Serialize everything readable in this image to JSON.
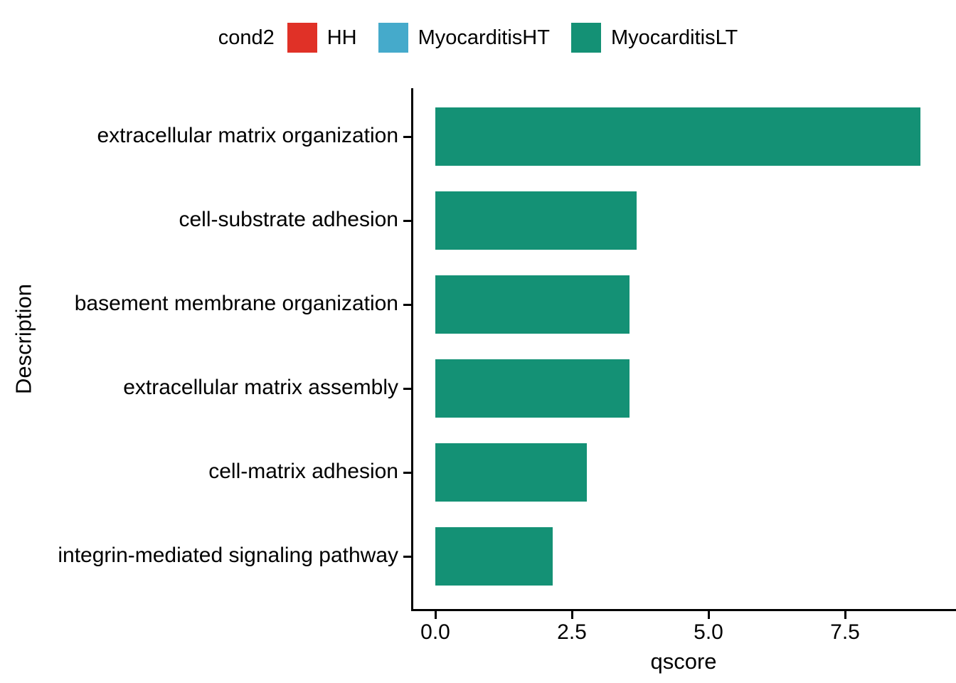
{
  "chart_data": {
    "type": "bar",
    "orientation": "horizontal",
    "title": "",
    "xlabel": "qscore",
    "ylabel": "Description",
    "categories": [
      "extracellular matrix organization",
      "cell-substrate adhesion",
      "basement membrane organization",
      "extracellular matrix assembly",
      "cell-matrix adhesion",
      "integrin-mediated signaling pathway"
    ],
    "values": [
      8.88,
      3.69,
      3.55,
      3.55,
      2.77,
      2.15
    ],
    "series": [
      {
        "name": "MyocarditisLT",
        "values": [
          8.88,
          3.69,
          3.55,
          3.55,
          2.77,
          2.15
        ],
        "color": "#149175"
      }
    ],
    "xlim": [
      0,
      9.97
    ],
    "xticks": [
      0.0,
      2.5,
      5.0,
      7.5
    ],
    "xticklabels": [
      "0.0",
      "2.5",
      "5.0",
      "7.5"
    ],
    "grid": false,
    "legend_position": "top"
  },
  "legend": {
    "title": "cond2",
    "items": [
      {
        "label": "HH",
        "color": "#E03127"
      },
      {
        "label": "MyocarditisHT",
        "color": "#45AACB"
      },
      {
        "label": "MyocarditisLT",
        "color": "#149175"
      }
    ]
  },
  "axes": {
    "x_title": "qscore",
    "y_title": "Description",
    "x_tick_labels": [
      "0.0",
      "2.5",
      "5.0",
      "7.5"
    ],
    "y_tick_labels": [
      "extracellular matrix organization",
      "cell-substrate adhesion",
      "basement membrane organization",
      "extracellular matrix assembly",
      "cell-matrix adhesion",
      "integrin-mediated signaling pathway"
    ]
  },
  "colors": {
    "bar_fill": "#149175",
    "axis": "#000000",
    "background": "#ffffff"
  }
}
